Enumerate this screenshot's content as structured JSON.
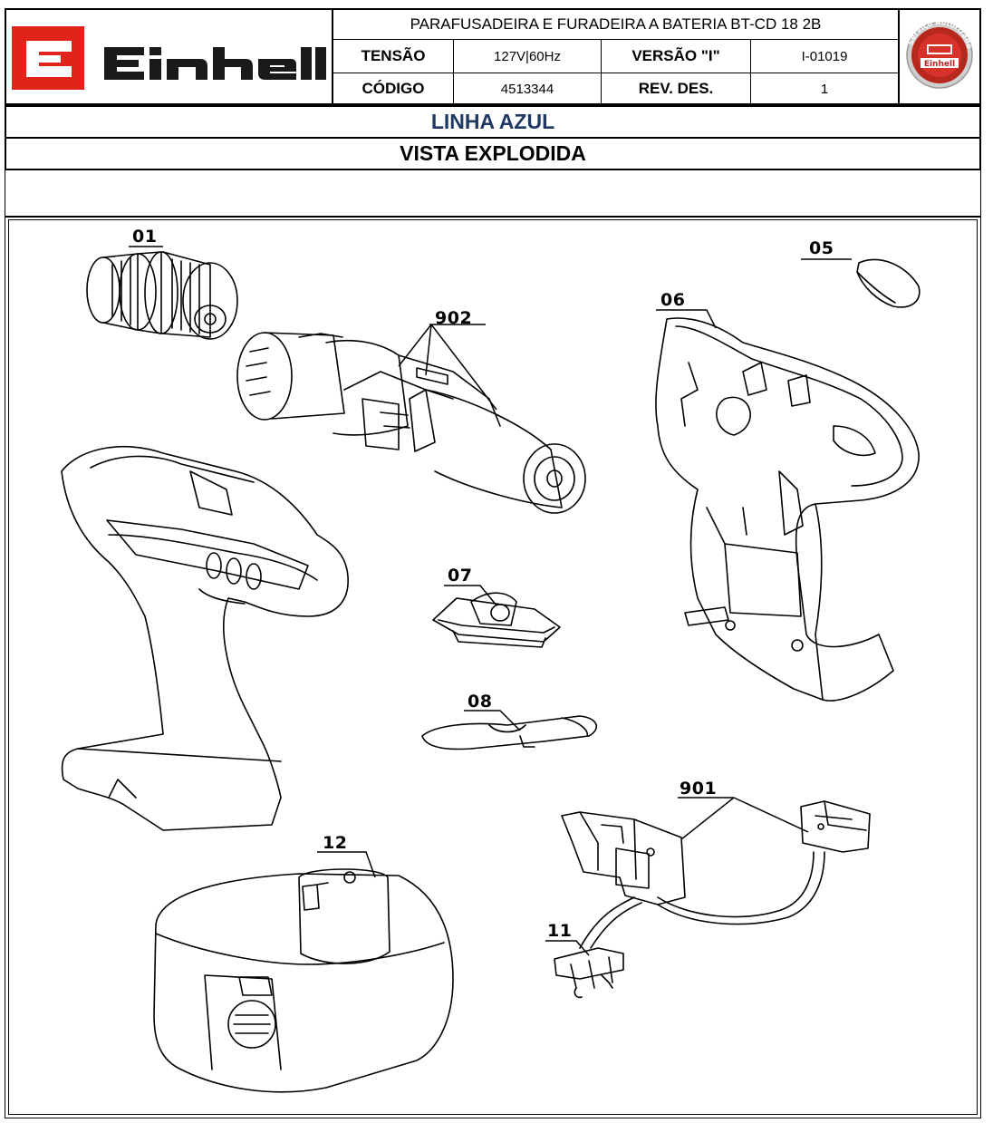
{
  "header": {
    "brand": "Einhell",
    "product_title": "PARAFUSADEIRA E FURADEIRA A BATERIA BT-CD 18 2B",
    "tensao_label": "TENSÃO",
    "tensao_value": "127V|60Hz",
    "versao_label": "VERSÃO \"I\"",
    "versao_value": "I-01019",
    "codigo_label": "CÓDIGO",
    "codigo_value": "4513344",
    "rev_label": "REV. DES.",
    "rev_value": "1",
    "seal_top": "Serviço Autorizado",
    "seal_brand": "Einhell"
  },
  "line_title": "LINHA AZUL",
  "view_title": "VISTA EXPLODIDA",
  "parts": [
    {
      "id": "01"
    },
    {
      "id": "902"
    },
    {
      "id": "05"
    },
    {
      "id": "06"
    },
    {
      "id": "07"
    },
    {
      "id": "08"
    },
    {
      "id": "901"
    },
    {
      "id": "12"
    },
    {
      "id": "11"
    }
  ],
  "colors": {
    "brand_red": "#e2231a",
    "title_blue": "#1f3864",
    "line": "#000000"
  }
}
